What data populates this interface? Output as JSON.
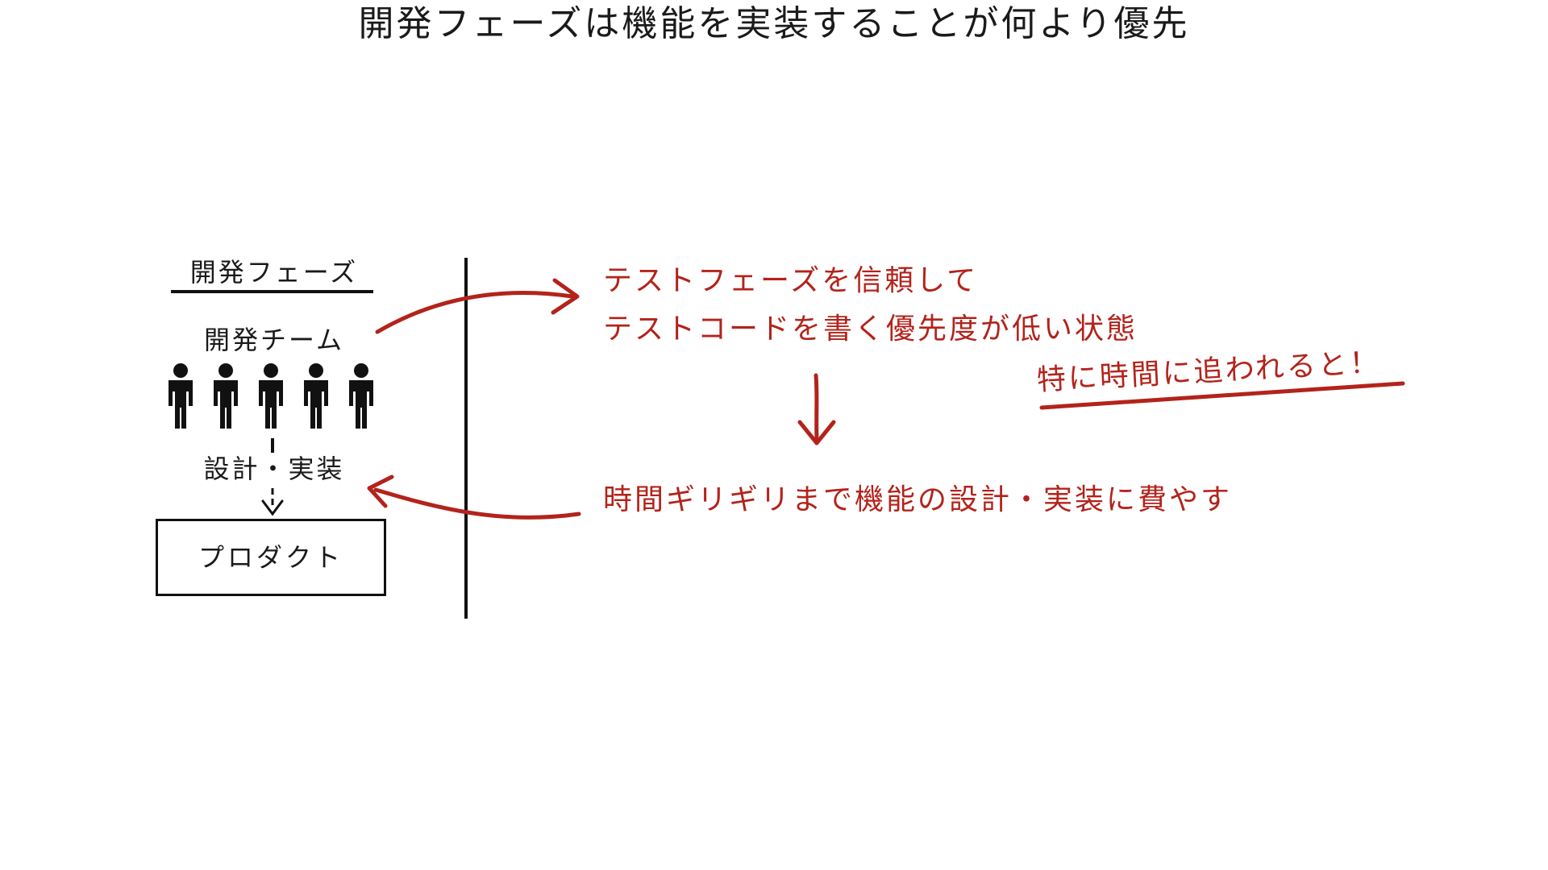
{
  "title": "開発フェーズは機能を実装することが何より優先",
  "left_panel": {
    "phase_heading": "開発フェーズ",
    "team_label": "開発チーム",
    "member_count": 5,
    "process_label": "設計・実装",
    "product_label": "プロダクト"
  },
  "right_panel": {
    "line_1": "テストフェーズを信頼して",
    "line_2": "テストコードを書く優先度が低い状態",
    "note": "特に時間に追われると！",
    "line_3": "時間ギリギリまで機能の設計・実装に費やす"
  },
  "colors": {
    "accent": "#b3231b",
    "ink": "#111111"
  }
}
